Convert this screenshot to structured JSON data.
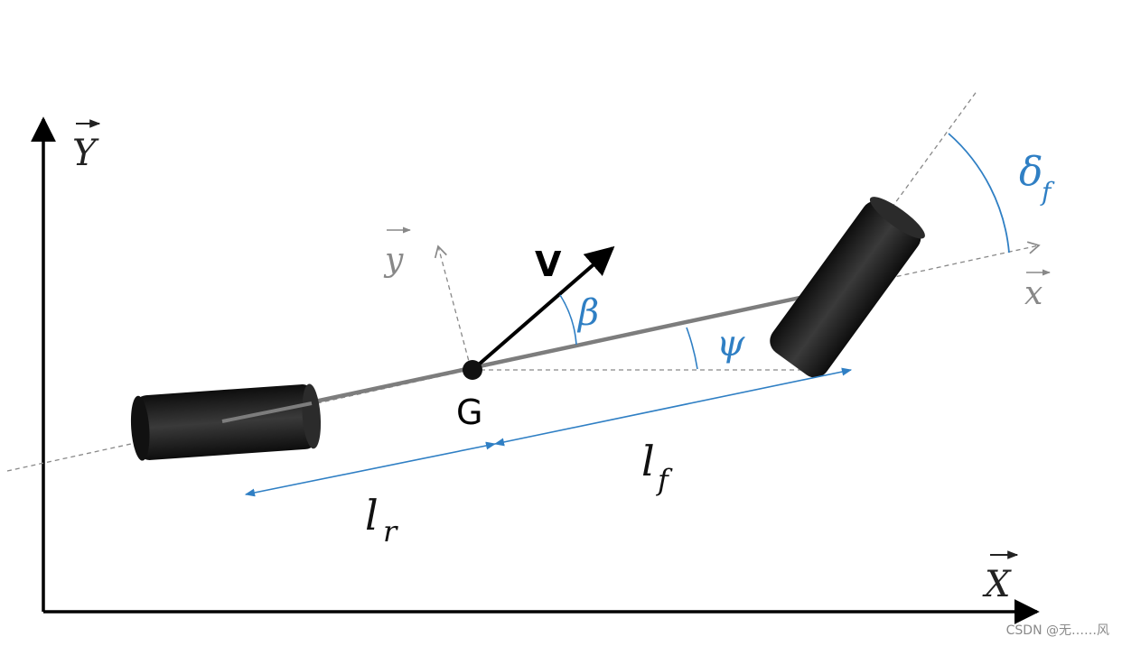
{
  "labels": {
    "Y_axis": "Y",
    "X_axis": "X",
    "y_body": "y",
    "x_body": "x",
    "velocity": "V",
    "cg": "G",
    "beta": "β",
    "psi": "ψ",
    "delta": "δ",
    "delta_sub": "f",
    "lf": "l",
    "lf_sub": "f",
    "lr": "l",
    "lr_sub": "r"
  },
  "watermark": "CSDN @无……风",
  "colors": {
    "accent_blue": "#2f7fc4",
    "axis_black": "#000000",
    "body_axis_gray": "#999999",
    "wheel_dark": "#1e1e1e"
  }
}
